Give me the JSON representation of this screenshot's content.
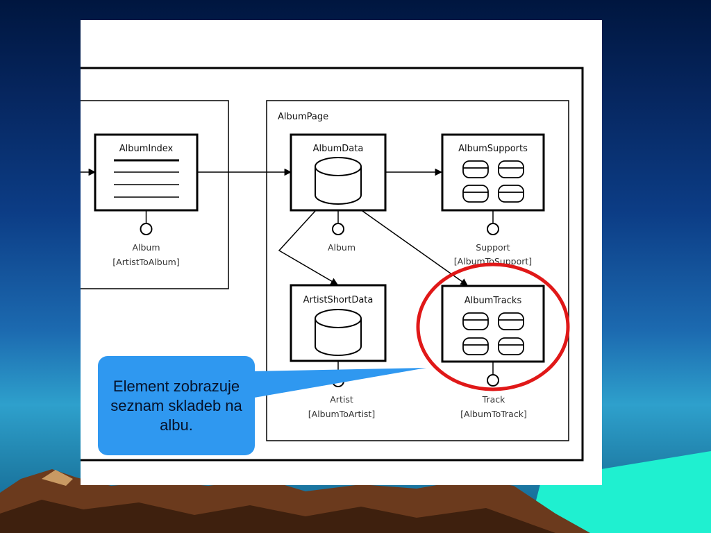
{
  "diagram": {
    "nodes": {
      "album_index": {
        "title": "AlbumIndex",
        "port_name": "Album",
        "port_link": "[ArtistToAlbum]"
      },
      "album_page": {
        "title": "AlbumPage"
      },
      "album_data": {
        "title": "AlbumData",
        "port_name": "Album"
      },
      "album_supports": {
        "title": "AlbumSupports",
        "port_name": "Support",
        "port_link": "[AlbumToSupport]"
      },
      "artist_short_data": {
        "title": "ArtistShortData",
        "port_name": "Artist",
        "port_link": "[AlbumToArtist]"
      },
      "album_tracks": {
        "title": "AlbumTracks",
        "port_name": "Track",
        "port_link": "[AlbumToTrack]"
      }
    }
  },
  "callout": {
    "text": "Element zobrazuje seznam skladeb na albu."
  },
  "colors": {
    "callout": "#2f98f0",
    "highlight": "#e01818",
    "background_top": "#00163f",
    "background_mid": "#1c6ab0"
  }
}
